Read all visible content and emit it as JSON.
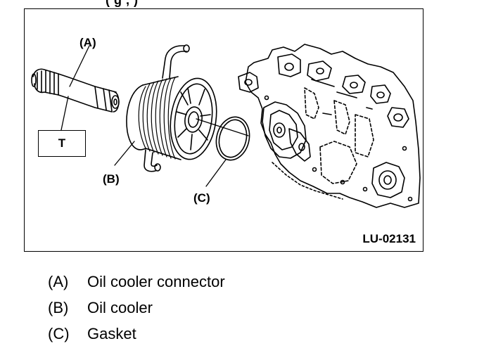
{
  "figure": {
    "top_caption": "(      g      ,                   )",
    "callouts": {
      "a": "(A)",
      "b": "(B)",
      "c": "(C)"
    },
    "tool_label": "T",
    "figure_code": "LU-02131"
  },
  "legend": [
    {
      "key": "(A)",
      "text": "Oil cooler connector"
    },
    {
      "key": "(B)",
      "text": "Oil cooler"
    },
    {
      "key": "(C)",
      "text": "Gasket"
    }
  ]
}
